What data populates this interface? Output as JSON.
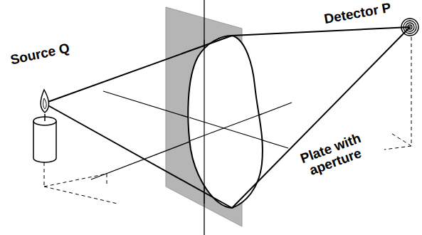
{
  "diagram": {
    "labels": [
      "Source Q",
      "Detector P",
      "Plate with aperture"
    ]
  }
}
